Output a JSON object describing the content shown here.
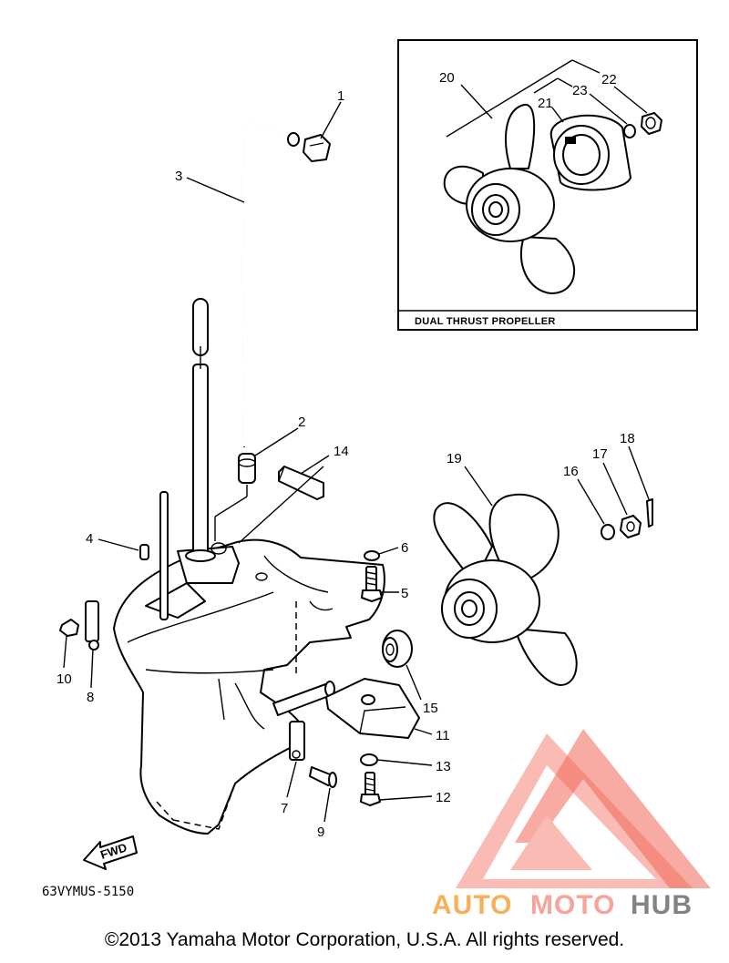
{
  "diagram": {
    "code": "63VYMUS-5150",
    "fwd_label": "FWD",
    "inset_title": "DUAL THRUST PROPELLER",
    "callouts": [
      "1",
      "2",
      "3",
      "4",
      "5",
      "6",
      "7",
      "8",
      "9",
      "10",
      "11",
      "12",
      "13",
      "14",
      "15",
      "16",
      "17",
      "18",
      "19",
      "20",
      "21",
      "22",
      "23"
    ]
  },
  "watermark": {
    "word1": "AUTO",
    "word2": "MOTO",
    "word3": "HUB",
    "colors": {
      "primary": "#f04a3a",
      "light": "#f9b0a6",
      "orange": "#f6a33c",
      "grey": "#6d6e71"
    }
  },
  "footer": {
    "copyright": "©2013 Yamaha Motor Corporation, U.S.A. All rights reserved."
  }
}
